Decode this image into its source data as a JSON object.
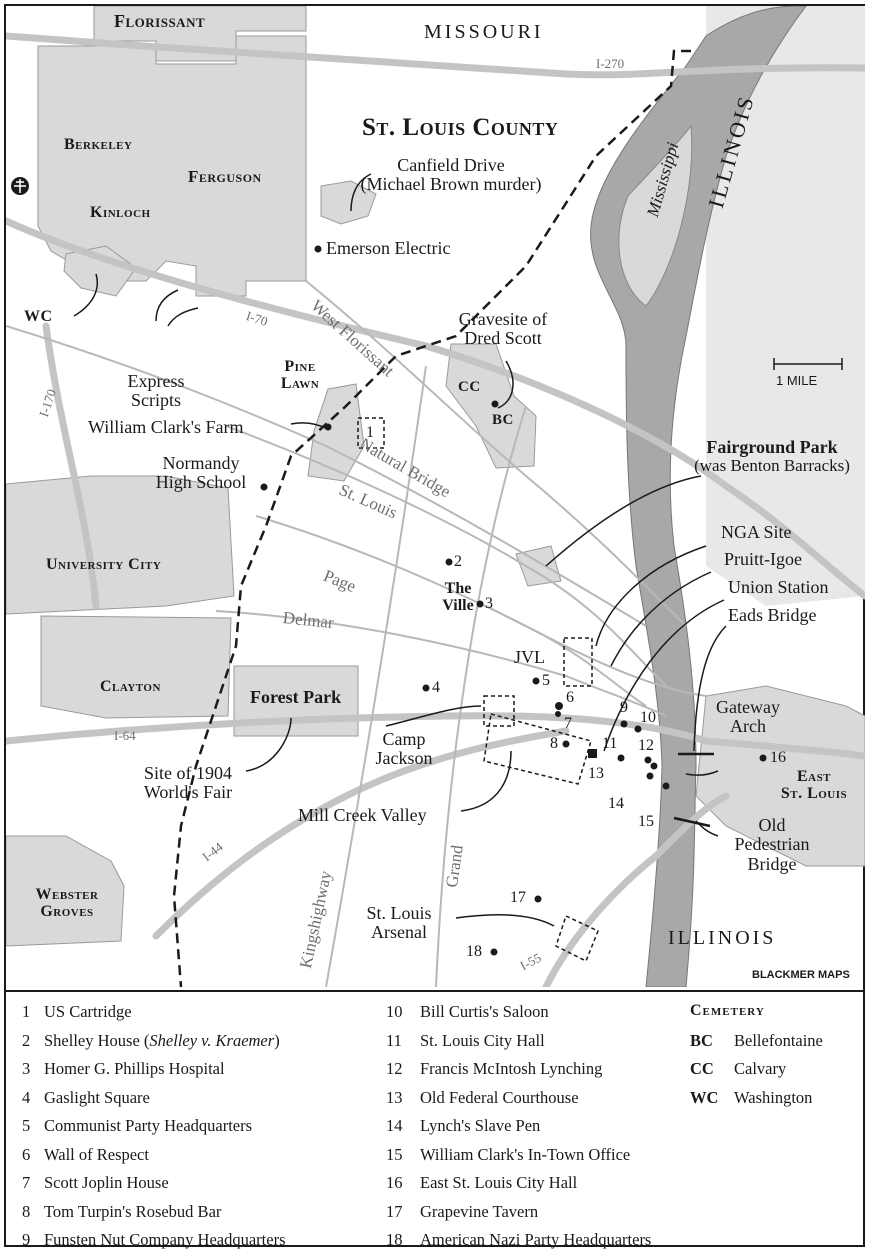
{
  "labels": {
    "florissant": "Florissant",
    "missouri": "MISSOURI",
    "st_louis_county": "St. Louis County",
    "berkeley": "Berkeley",
    "ferguson": "Ferguson",
    "kinloch": "Kinloch",
    "canfield": "Canfield Drive",
    "canfield_note": "(Michael Brown murder)",
    "emerson": "Emerson Electric",
    "wc": "WC",
    "express": "Express",
    "scripts": "Scripts",
    "pine": "Pine",
    "lawn": "Lawn",
    "gravesite1": "Gravesite of",
    "gravesite2": "Dred Scott",
    "cc": "CC",
    "bc": "BC",
    "illinois_top": "ILLINOIS",
    "mississippi": "Mississippi",
    "mile": "1 MILE",
    "clark_farm": "William Clark's Farm",
    "normandy1": "Normandy",
    "normandy2": "High School",
    "fairground": "Fairground Park",
    "fairground_note": "(was Benton Barracks)",
    "nga": "NGA Site",
    "pruitt": "Pruitt-Igoe",
    "union": "Union Station",
    "eads": "Eads Bridge",
    "university_city": "University City",
    "the": "The",
    "ville": "Ville",
    "jvl": "JVL",
    "clayton": "Clayton",
    "forest_park": "Forest Park",
    "gateway1": "Gateway",
    "gateway2": "Arch",
    "east1": "East",
    "east2": "St. Louis",
    "camp1": "Camp",
    "camp2": "Jackson",
    "site1": "Site of 1904",
    "site2": "World's Fair",
    "mill_creek": "Mill Creek Valley",
    "old1": "Old",
    "old2": "Pedestrian",
    "old3": "Bridge",
    "webster1": "Webster",
    "webster2": "Groves",
    "arsenal1": "St. Louis",
    "arsenal2": "Arsenal",
    "illinois_bottom": "ILLINOIS",
    "credit": "BLACKMER MAPS"
  },
  "roads": {
    "i270": "I-270",
    "i70": "I-70",
    "i170": "I-170",
    "i64": "I-64",
    "i44": "I-44",
    "i55": "I-55",
    "west_florissant": "West Florissant",
    "natural_bridge": "Natural Bridge",
    "st_louis": "St. Louis",
    "page": "Page",
    "delmar": "Delmar",
    "kingshighway": "Kingshighway",
    "grand": "Grand"
  },
  "markers": [
    "1",
    "2",
    "3",
    "4",
    "5",
    "6",
    "7",
    "8",
    "9",
    "10",
    "11",
    "12",
    "13",
    "14",
    "15",
    "16",
    "17",
    "18"
  ],
  "legend": {
    "col1": [
      {
        "n": "1",
        "text": "US Cartridge"
      },
      {
        "n": "2",
        "text": "Shelley House (",
        "italic": "Shelley v. Kraemer",
        "tail": ")"
      },
      {
        "n": "3",
        "text": "Homer G. Phillips Hospital"
      },
      {
        "n": "4",
        "text": "Gaslight Square"
      },
      {
        "n": "5",
        "text": "Communist Party Headquarters"
      },
      {
        "n": "6",
        "text": "Wall of Respect"
      },
      {
        "n": "7",
        "text": "Scott Joplin House"
      },
      {
        "n": "8",
        "text": "Tom Turpin's Rosebud Bar"
      },
      {
        "n": "9",
        "text": "Funsten Nut Company Headquarters"
      }
    ],
    "col2": [
      {
        "n": "10",
        "text": "Bill Curtis's Saloon"
      },
      {
        "n": "11",
        "text": "St. Louis City Hall"
      },
      {
        "n": "12",
        "text": "Francis McIntosh Lynching"
      },
      {
        "n": "13",
        "text": "Old Federal Courthouse"
      },
      {
        "n": "14",
        "text": "Lynch's Slave Pen"
      },
      {
        "n": "15",
        "text": "William Clark's In-Town Office"
      },
      {
        "n": "16",
        "text": "East St. Louis City Hall"
      },
      {
        "n": "17",
        "text": "Grapevine Tavern"
      },
      {
        "n": "18",
        "text": "American Nazi Party Headquarters"
      }
    ],
    "cemetery_title": "Cemetery",
    "cemetery": [
      {
        "ab": "BC",
        "text": "Bellefontaine"
      },
      {
        "ab": "CC",
        "text": "Calvary"
      },
      {
        "ab": "WC",
        "text": "Washington"
      }
    ]
  },
  "colors": {
    "land_gray": "#d9d9d9",
    "river_gray": "#a8a8a8",
    "road_gray": "#c4c4c4",
    "ink": "#1a1a1a"
  }
}
